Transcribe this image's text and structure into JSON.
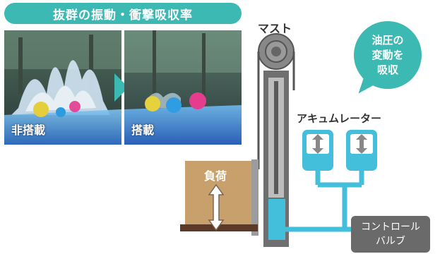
{
  "banner": {
    "title": "抜群の振動・衝撃吸収率"
  },
  "photos": [
    {
      "label": "非搭載"
    },
    {
      "label": "搭載"
    }
  ],
  "diagram": {
    "mast_label": "マスト",
    "accumulator_label": "アキュムレーター",
    "load_label": "負荷",
    "callout_lines": [
      "油圧の",
      "変動を",
      "吸収"
    ],
    "valve_lines": [
      "コントロール",
      "バルブ"
    ]
  },
  "colors": {
    "accent": "#3cb9b2",
    "hydraulic": "#43bfdc",
    "mast_gray": "#6f6f6f",
    "load_box": "#c8a06b",
    "valve": "#6a6a6a"
  },
  "icons": [
    "chevron-right-icon",
    "double-arrow-icon"
  ]
}
